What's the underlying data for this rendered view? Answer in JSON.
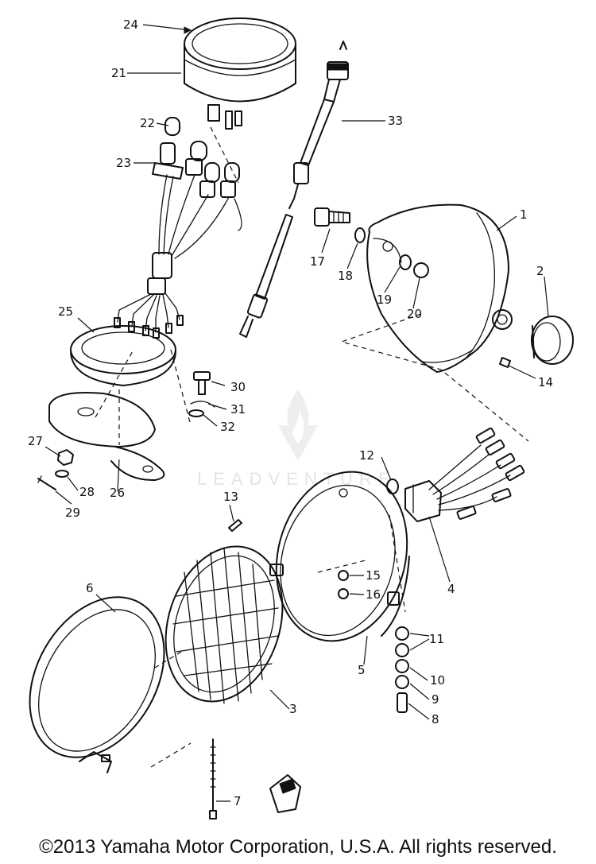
{
  "watermark": "LEADVENTURE",
  "copyright": "©2013 Yamaha Motor Corporation, U.S.A. All rights reserved.",
  "part_numbers": [
    "1",
    "2",
    "3",
    "4",
    "5",
    "6",
    "7",
    "8",
    "9",
    "10",
    "11",
    "12",
    "13",
    "14",
    "15",
    "16",
    "17",
    "18",
    "19",
    "20",
    "21",
    "22",
    "23",
    "24",
    "25",
    "26",
    "27",
    "28",
    "29",
    "30",
    "31",
    "32",
    "33"
  ]
}
